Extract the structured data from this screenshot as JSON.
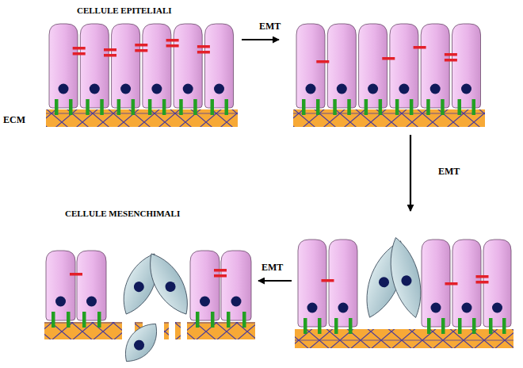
{
  "diagram": {
    "labels": [
      "CELLULE EPITELIALI",
      "EMT",
      "ECM",
      "EMT",
      "CELLULE MESENCHIMALI",
      "EMT"
    ]
  }
}
